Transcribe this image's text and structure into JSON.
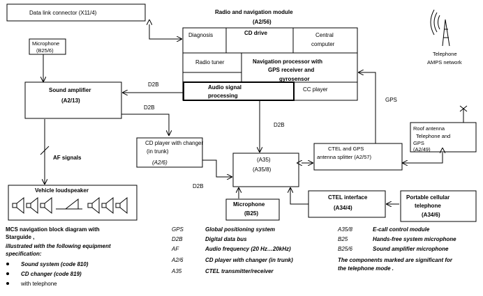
{
  "blocks": {
    "data_link": "Data link connector (X11/4)",
    "module_title": "Radio and navigation module",
    "module_id": "(A2/56)",
    "diagnosis": "Diagnosis",
    "cd_drive": "CD drive",
    "central_l1": "Central",
    "central_l2": "computer",
    "radio_tuner": "Radio tuner",
    "nav_l1": "Navigation processor with",
    "nav_l2": "GPS receiver and",
    "nav_l3": "gyrosensor",
    "audio_l1": "Audio signal",
    "audio_l2": "processing",
    "cc_player": "CC player",
    "telephone_l1": "Telephone",
    "telephone_l2": "AMPS network",
    "mic_small_l1": "Microphone",
    "mic_small_l2": "(B25/6)",
    "sound_amp": "Sound amplifier",
    "sound_amp_id": "(A2/13)",
    "d2b_1": "D2B",
    "d2b_2": "D2B",
    "d2b_3": "D2B",
    "d2b_4": "D2B",
    "gps_label": "GPS",
    "roof_l1": "Roof antenna",
    "roof_l2": "Telephone and",
    "roof_l3": "GPS",
    "roof_l4": "(A2/49)",
    "cd_changer_l1": "CD player with changer",
    "cd_changer_l2": "(in trunk)",
    "cd_changer_l3": "(A2/6)",
    "ctel_splitter_l1": "CTEL and GPS",
    "ctel_splitter_l2": "antenna splitter (A2/57)",
    "a35_l1": "(A35)",
    "a35_l2": "(A35/8)",
    "af_signals": "AF signals",
    "vehicle_ls": "Vehicle loudspeaker",
    "ctel_if": "CTEL interface",
    "ctel_if_id": "(A34/4)",
    "portable_l1": "Portable cellular",
    "portable_l2": "telephone",
    "portable_l3": "(A34/6)",
    "mic_big": "Microphone",
    "mic_big_id": "(B25)"
  },
  "caption": {
    "title_l1": "MCS navigation block diagram with",
    "title_l2": "Starguide ,",
    "title_l3": "illustrated with the following equipment",
    "title_l4": "specification:",
    "bullets": [
      "Sound system (code 810)",
      "CD changer (code 819)",
      "with telephone"
    ]
  },
  "legend_left": [
    {
      "abbr": "GPS",
      "desc": "Global positioning system"
    },
    {
      "abbr": "D2B",
      "desc": "Digital data bus"
    },
    {
      "abbr": "AF",
      "desc": "Audio frequency (20 Hz…20kHz)"
    },
    {
      "abbr": "A2/6",
      "desc": "CD player with changer (in trunk)"
    },
    {
      "abbr": "A35",
      "desc": "CTEL transmitter/receiver"
    }
  ],
  "legend_right": [
    {
      "abbr": "A35/8",
      "desc": "E-call control module"
    },
    {
      "abbr": "B25",
      "desc": "Hands-free system microphone"
    },
    {
      "abbr": "B25/6",
      "desc": "Sound amplifier microphone"
    }
  ],
  "note_l1": "The components marked are significant for",
  "note_l2": "the telephone mode  ."
}
